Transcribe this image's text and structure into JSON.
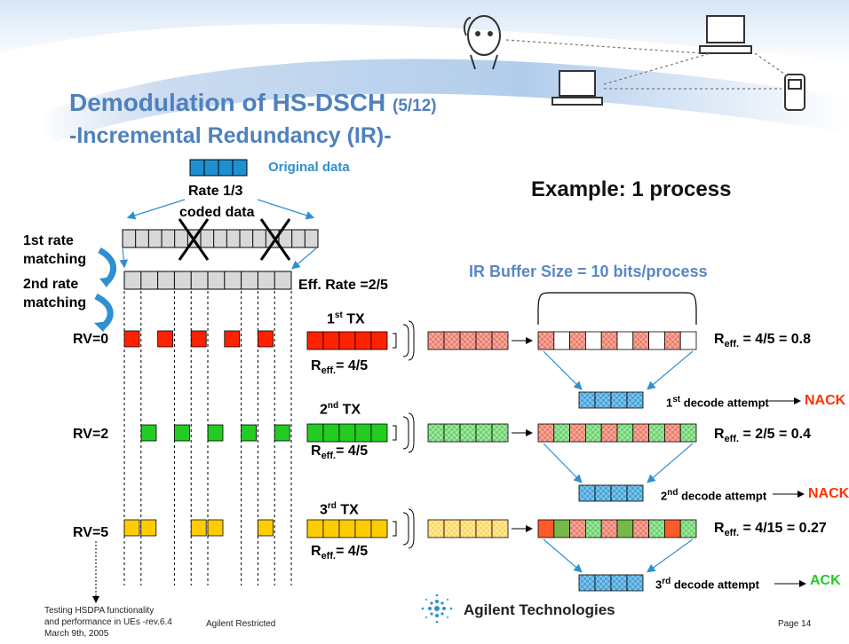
{
  "title": {
    "main": "Demodulation of HS-DSCH",
    "page_fraction": "(5/12)",
    "subtitle": "-Incremental Redundancy (IR)-"
  },
  "example_label": "Example: 1 process",
  "ir_buffer_label": "IR Buffer Size = 10 bits/process",
  "left": {
    "original_data": "Original data",
    "rate_label_1": "Rate 1/3",
    "rate_label_2": "coded data",
    "first_rm_1": "1st rate",
    "first_rm_2": "matching",
    "second_rm_1": "2nd rate",
    "second_rm_2": "matching",
    "eff_rate": "Eff. Rate =2/5",
    "rv0": "RV=0",
    "rv2": "RV=2",
    "rv5": "RV=5"
  },
  "tx": [
    {
      "num": "1",
      "sup": "st",
      "label": "TX",
      "reff_pre": "R",
      "reff_sub": "eff.",
      "reff_post": "= 4/5"
    },
    {
      "num": "2",
      "sup": "nd",
      "label": "TX",
      "reff_pre": "R",
      "reff_sub": "eff.",
      "reff_post": "= 4/5"
    },
    {
      "num": "3",
      "sup": "rd",
      "label": "TX",
      "reff_pre": "R",
      "reff_sub": "eff.",
      "reff_post": "= 4/5"
    }
  ],
  "buffer_reff": [
    {
      "pre": "R",
      "sub": "eff.",
      "post": "= 4/5 = 0.8"
    },
    {
      "pre": "R",
      "sub": "eff.",
      "post": "= 2/5 = 0.4"
    },
    {
      "pre": "R",
      "sub": "eff.",
      "post": "= 4/15 = 0.27"
    }
  ],
  "decode": [
    {
      "num": "1",
      "sup": "st",
      "label": "decode attempt",
      "result": "NACK"
    },
    {
      "num": "2",
      "sup": "nd",
      "label": "decode attempt",
      "result": "NACK"
    },
    {
      "num": "3",
      "sup": "rd",
      "label": "decode attempt",
      "result": "ACK"
    }
  ],
  "footer": {
    "line1": "Testing HSDPA functionality",
    "line2": "and performance in UEs -rev.6.4",
    "line3": "March 9th, 2005",
    "restricted": "Agilent Restricted",
    "brand": "Agilent Technologies",
    "page": "Page 14"
  },
  "colors": {
    "title": "#4f81bd",
    "red": "#ff2200",
    "green": "#22cc22",
    "yellow": "#ffcc00",
    "blue": "#1e90d0",
    "nack": "#ff3300",
    "ack": "#22cc22"
  }
}
